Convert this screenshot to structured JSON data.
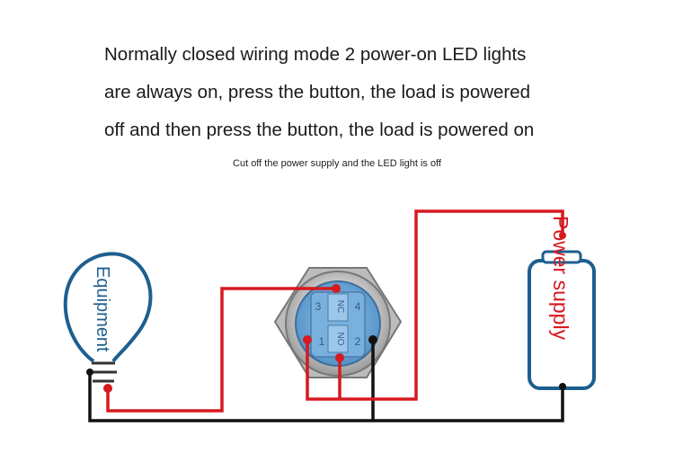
{
  "description": {
    "line1": "Normally closed wiring mode 2 power-on LED lights",
    "line2": "are always on, press the button, the load is powered",
    "line3": "off and then press the button, the load is powered on"
  },
  "caption": "Cut off the power supply and the LED light is off",
  "labels": {
    "equipment": "Equipment",
    "power_supply": "Power supply"
  },
  "switch": {
    "pin3": "3",
    "pin4": "4",
    "pin1": "1",
    "pin2": "2",
    "nc": "NC",
    "no": "NO"
  },
  "colors": {
    "red_wire": "#d71920",
    "black_wire": "#111111",
    "blue_outline": "#1d5f8f",
    "switch_blue": "#6ea8d8"
  }
}
